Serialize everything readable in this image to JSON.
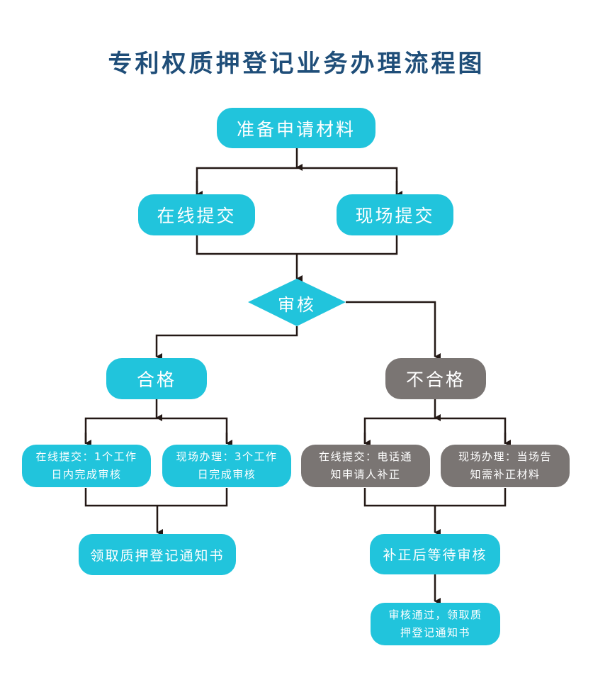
{
  "title": "专利权质押登记业务办理流程图",
  "colors": {
    "title": "#1f4e79",
    "primary_node": "#21c4dc",
    "rejected_node": "#7a7573",
    "connector": "#231815",
    "node_text": "#ffffff"
  },
  "nodes": {
    "prepare": "准备申请材料",
    "online_submit": "在线提交",
    "onsite_submit": "现场提交",
    "review": "审核",
    "pass": "合格",
    "fail": "不合格",
    "pass_online": "在线提交：1个工作日内完成审核",
    "pass_onsite": "现场办理：3个工作日完成审核",
    "pass_online_lines": [
      "在线提交：1个工作",
      "日内完成审核"
    ],
    "pass_onsite_lines": [
      "现场办理：3个工作",
      "日完成审核"
    ],
    "receive_notice": "领取质押登记通知书",
    "fail_online_lines": [
      "在线提交：电话通",
      "知申请人补正"
    ],
    "fail_onsite_lines": [
      "现场办理：当场告",
      "知需补正材料"
    ],
    "wait_review": "补正后等待审核",
    "final_lines": [
      "审核通过，领取质",
      "押登记通知书"
    ]
  }
}
